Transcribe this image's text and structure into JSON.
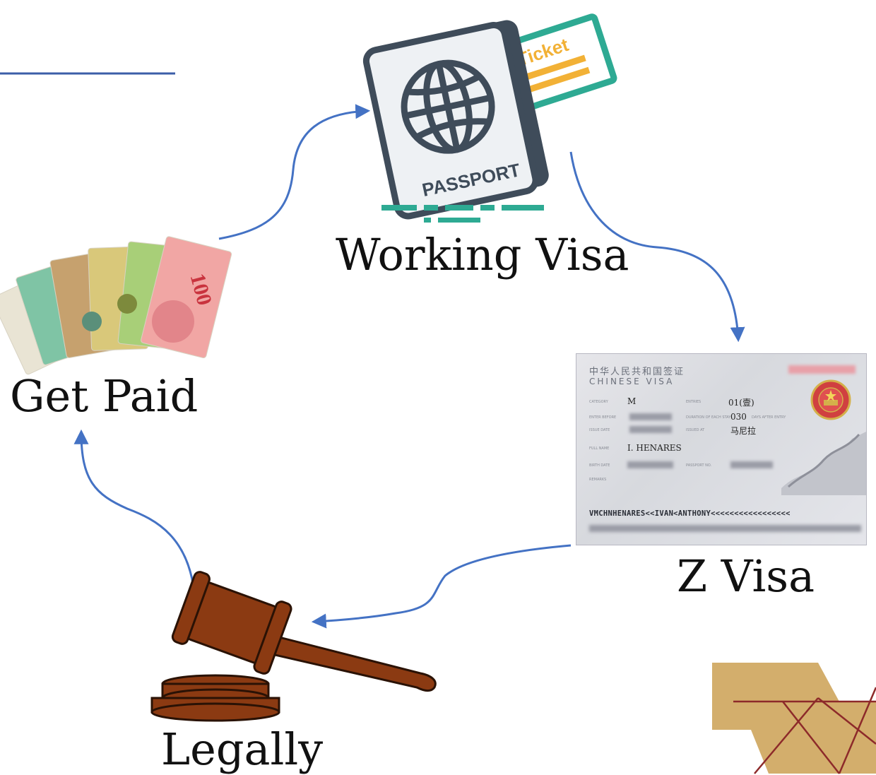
{
  "nodes": {
    "working_visa": {
      "label": "Working Visa"
    },
    "z_visa": {
      "label": "Z Visa"
    },
    "legally": {
      "label": "Legally"
    },
    "get_paid": {
      "label": "Get Paid"
    }
  },
  "passport": {
    "cover_text": "PASSPORT",
    "ticket_text": "Ticket"
  },
  "visa_document": {
    "header_cn": "中华人民共和国签证",
    "header_en": "CHINESE   VISA",
    "category": "M",
    "entries": "01(壹)",
    "duration": "030",
    "duration_suffix": "DAYS AFTER ENTRY",
    "issued_at": "马尼拉",
    "full_name": "I. HENARES",
    "mrz_line": "VMCHNHENARES<<IVAN<ANTHONY<<<<<<<<<<<<<<<<<",
    "field_labels": {
      "category": "CATEGORY",
      "enter_before": "ENTER BEFORE",
      "issue_date": "ISSUE DATE",
      "full_name": "FULL NAME",
      "birth_date": "BIRTH DATE",
      "remarks": "REMARKS",
      "entries": "ENTRIES",
      "duration_of_stay": "DURATION OF EACH STAY",
      "issued_at": "ISSUED AT",
      "passport_no": "PASSPORT NO."
    }
  },
  "banknotes": {
    "denomination": "100"
  },
  "colors": {
    "arrow": "#4472c4",
    "header_line": "#3b5ea8",
    "gavel": "#8b3a12",
    "logo": "#d3ae6c",
    "logo_line": "#8d2a2a",
    "passport_cover": "#3f4c5a",
    "teal": "#2eaa93",
    "ticket_stripe": "#f2b136"
  }
}
